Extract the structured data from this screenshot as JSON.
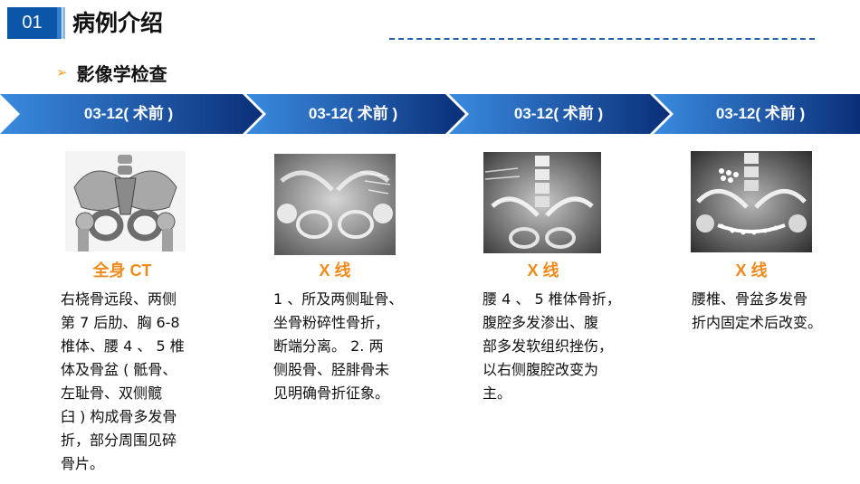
{
  "header": {
    "number": "01",
    "title": "病例介绍"
  },
  "subheading": {
    "arrow_icon": "arrow-right-icon",
    "text": "影像学检查"
  },
  "colors": {
    "primary": "#0b56a8",
    "accent_orange": "#f08a1c",
    "chevron_light": "#3a8be0",
    "chevron_dark": "#0a2f78"
  },
  "timeline": [
    {
      "date_label": "03-12( 术前 )",
      "type": "全身 CT",
      "image": "3D CT reconstruction of pelvis",
      "description": "右桡骨远段、两侧\n第 7 后肋、胸 6-8\n椎体、腰 4 、 5 椎\n体及骨盆 ( 骶骨、\n左耻骨、双侧髋\n臼 ) 构成骨多发骨\n折，部分周围见碎\n骨片。"
    },
    {
      "date_label": "03-12( 术前 )",
      "type": "X 线",
      "image": "pelvis x-ray",
      "description": "1 、所及两侧耻骨、\n坐骨粉碎性骨折，\n断端分离。 2. 两\n侧股骨、胫腓骨未\n见明确骨折征象。"
    },
    {
      "date_label": "03-12( 术前 )",
      "type": "X 线",
      "image": "abdomen x-ray",
      "description": "腰 4 、 5 椎体骨折，\n腹腔多发渗出、腹\n部多发软组织挫伤，\n以右侧腹腔改变为\n主。"
    },
    {
      "date_label": "03-12( 术前 )",
      "type": "X 线",
      "image": "post-op pelvis x-ray with fixation",
      "description": "腰椎、骨盆多发骨\n折内固定术后改变。"
    }
  ]
}
